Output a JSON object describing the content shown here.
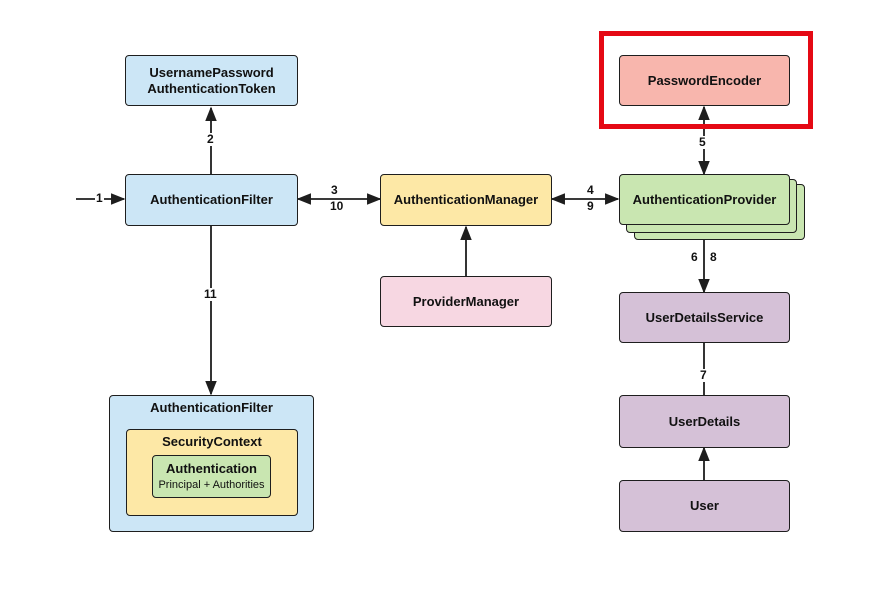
{
  "nodes": {
    "token": {
      "line1": "UsernamePassword",
      "line2": "AuthenticationToken"
    },
    "auth_filter": "AuthenticationFilter",
    "auth_manager": "AuthenticationManager",
    "provider_manager": "ProviderManager",
    "password_encoder": "PasswordEncoder",
    "auth_provider": "AuthenticationProvider",
    "user_details_service": "UserDetailsService",
    "user_details": "UserDetails",
    "user": "User",
    "result_filter": {
      "title": "AuthenticationFilter",
      "security_context": "SecurityContext",
      "authentication": "Authentication",
      "authentication_detail": "Principal + Authorities"
    }
  },
  "steps": {
    "s1": "1",
    "s2": "2",
    "s3": "3",
    "s10": "10",
    "s4": "4",
    "s9": "9",
    "s5": "5",
    "s6": "6",
    "s8": "8",
    "s7": "7",
    "s11": "11"
  },
  "colors": {
    "blue": "#cce6f6",
    "yellow": "#fde8a6",
    "pink": "#f7d7e2",
    "green": "#c9e6b1",
    "salmon": "#f8b6ad",
    "purple": "#d5c1d7",
    "highlight": "#e50914",
    "line": "#1e1e1e"
  }
}
